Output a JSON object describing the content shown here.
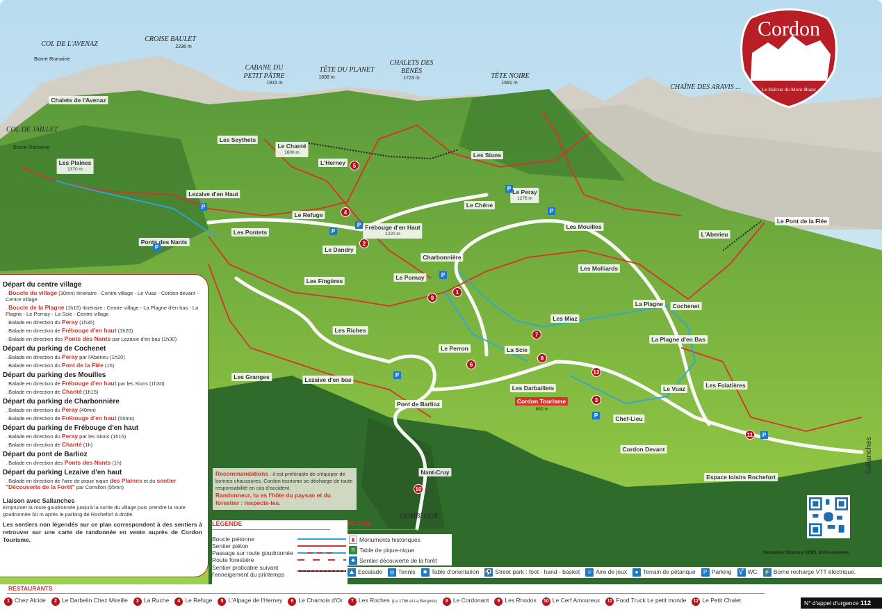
{
  "logo": {
    "name": "Cordon",
    "tagline": "Le Balcon du Mont-Blanc",
    "color": "#b81e25"
  },
  "mountains": [
    {
      "name": "COL DE L'AVENAZ"
    },
    {
      "name": "Borne Romaine"
    },
    {
      "name": "CROISE BAULET",
      "alt": "2236 m"
    },
    {
      "name": "CABANE DU PETIT PÂTRE",
      "alt": "1915 m"
    },
    {
      "name": "TÊTE DU PLANET",
      "alt": "1838 m"
    },
    {
      "name": "CHALETS DES BÉNÉS",
      "alt": "1723 m"
    },
    {
      "name": "TÊTE NOIRE",
      "alt": "1691 m"
    },
    {
      "name": "CHAÎNE DES ARAVIS ..."
    },
    {
      "name": "COL DE JAILLET"
    },
    {
      "name": "Borne Romaine"
    }
  ],
  "places": [
    {
      "name": "Chalets de l'Avenaz"
    },
    {
      "name": "Les Seythets"
    },
    {
      "name": "Le Chanté",
      "alt": "1600 m"
    },
    {
      "name": "L'Herney"
    },
    {
      "name": "Les Sions"
    },
    {
      "name": "Les Plaines",
      "alt": "1370 m"
    },
    {
      "name": "Lezaive d'en Haut"
    },
    {
      "name": "Le Peray",
      "alt": "1276 m"
    },
    {
      "name": "Le Chêne"
    },
    {
      "name": "Le Refuge"
    },
    {
      "name": "Les Pontets"
    },
    {
      "name": "Frébouge d'en Haut",
      "alt": "1220 m"
    },
    {
      "name": "Les Mouilles"
    },
    {
      "name": "L'Aberieu"
    },
    {
      "name": "Le Pont de la Flée"
    },
    {
      "name": "Ponts des Nants"
    },
    {
      "name": "Le Dandry"
    },
    {
      "name": "Charbonnière"
    },
    {
      "name": "Les Molliards"
    },
    {
      "name": "Le Pornay"
    },
    {
      "name": "Les Fingères"
    },
    {
      "name": "La Plagne"
    },
    {
      "name": "Cochenet"
    },
    {
      "name": "Les Miaz"
    },
    {
      "name": "Les Riches"
    },
    {
      "name": "La Plagne d'en Bas"
    },
    {
      "name": "Le Perron"
    },
    {
      "name": "La Scie"
    },
    {
      "name": "Les Granges"
    },
    {
      "name": "Lezaive d'en bas"
    },
    {
      "name": "Les Darbaillets"
    },
    {
      "name": "Les Folatières"
    },
    {
      "name": "Le Vuaz"
    },
    {
      "name": "Cordon Tourisme",
      "alt": "850 m"
    },
    {
      "name": "Pont de Barlioz"
    },
    {
      "name": "Chef-Lieu"
    },
    {
      "name": "Cordon Devant"
    },
    {
      "name": "Espace loisirs Rochefort"
    },
    {
      "name": "Nant-Cruy"
    }
  ],
  "combloux": "COMBLOUX",
  "sallanches": "Sallanches",
  "markers": [
    "1",
    "2",
    "3",
    "4",
    "5",
    "6",
    "7",
    "8",
    "9",
    "10",
    "11",
    "12"
  ],
  "parking_label": "P",
  "panel": {
    "sections": [
      {
        "title": "Départ du centre village",
        "items": [
          {
            "pre": "",
            "hl": "Boucle du village",
            "post": " (30mn) Itinéraire : Centre village - Le Vuaz - Cordon devant - Centre village"
          },
          {
            "pre": "",
            "hl": "Boucle de la Plagne",
            "post": " (1h15) Itinéraire : Centre village - La Plagne d'en bas - La Plagne - Le Pornay - La Scie - Centre village"
          },
          {
            "pre": "Balade en direction du ",
            "hl": "Peray",
            "post": " (1h35)"
          },
          {
            "pre": "Balade en direction de ",
            "hl": "Frébouge d'en haut",
            "post": " (1h20)"
          },
          {
            "pre": "Balade en direction des ",
            "hl": "Ponts des Nants",
            "post": " par Lezaive d'en bas (1h30)"
          }
        ]
      },
      {
        "title": "Départ du parking de Cochenet",
        "items": [
          {
            "pre": "Balade en direction du ",
            "hl": "Peray",
            "post": " par l'Abérieu (1h20)"
          },
          {
            "pre": "Balade en direction du ",
            "hl": "Pont de la Flée",
            "post": " (1h)"
          }
        ]
      },
      {
        "title": "Départ du parking des Mouilles",
        "items": [
          {
            "pre": "Balade en direction de ",
            "hl": "Frébouge d'en haut",
            "post": " par les Sions (1h30)"
          },
          {
            "pre": "Balade en direction de ",
            "hl": "Chanté",
            "post": " (1h15)"
          }
        ]
      },
      {
        "title": "Départ du parking de Charbonnière",
        "items": [
          {
            "pre": "Balade en direction du ",
            "hl": "Peray",
            "post": " (40mn)"
          },
          {
            "pre": "Balade en direction de ",
            "hl": "Frébouge d'en haut",
            "post": " (55mn)"
          }
        ]
      },
      {
        "title": "Départ du parking de Frébouge d'en haut",
        "items": [
          {
            "pre": "Balade en direction du ",
            "hl": "Peray",
            "post": " par les Sions (1h15)"
          },
          {
            "pre": "Balade en direction de ",
            "hl": "Chanté",
            "post": " (1h)"
          }
        ]
      },
      {
        "title": "Départ du pont de Barlioz",
        "items": [
          {
            "pre": "Balade en direction des ",
            "hl": "Ponts des Nants",
            "post": " (1h)"
          }
        ]
      },
      {
        "title": "Départ du parking Lezaive d'en haut",
        "items": [
          {
            "pre": "Balade en direction de l'aire de pique nique ",
            "hl": "des Plaines",
            "post": " et du ",
            "hl2": "sentier \"Découverte de la Forêt\"",
            "post2": " par Cornillon (55mn)"
          }
        ]
      }
    ],
    "liaison_title": "Liaison avec Sallanches",
    "liaison_text": "Emprunter la route goudronnée jusqu'à la sortie du village puis prendre la route goudronnée 50 m après le parking de Rochefort à droite.",
    "note": "Les sentiers non légendés sur ce plan correspondent à des sentiers à retrouver sur une carte de randonnée en vente auprès de Cordon Tourisme."
  },
  "recommendations": {
    "title": "Recommandations",
    "text": " : il est préférable de s'équiper de bonnes chaussures. Cordon tourisme se décharge de toute responsabilité en cas d'accident.",
    "motto": "Randonneur, tu es l'hôte du paysan et du forestier : respecte-les."
  },
  "legend": {
    "title": "LÉGENDE",
    "items": [
      {
        "label": "Boucle piétonne",
        "style": "blue"
      },
      {
        "label": "Sentier piéton",
        "style": "red"
      },
      {
        "label": "Passage sur route goudronnée",
        "style": "bluered"
      },
      {
        "label": "Route forestière",
        "style": "reddash"
      },
      {
        "label": "Sentier praticable suivant l'enneigement du printemps",
        "style": "dotted"
      }
    ]
  },
  "pictos": {
    "title": "PICTOS",
    "items": [
      {
        "label": "Monuments historiques",
        "icon": "monument-icon"
      },
      {
        "label": "Table de pique-nique",
        "icon": "picnic-table-icon"
      },
      {
        "label": "Sentier découverte de la forêt",
        "icon": "forest-trail-icon"
      }
    ],
    "row": [
      {
        "label": "Escalade",
        "icon": "climbing-icon"
      },
      {
        "label": "Tennis",
        "icon": "tennis-icon"
      },
      {
        "label": "Table d'orientation",
        "icon": "orientation-table-icon"
      },
      {
        "label": "Street park : foot - hand - basket",
        "icon": "street-park-icon"
      },
      {
        "label": "Aire de jeux",
        "icon": "playground-icon"
      },
      {
        "label": "Terrain de pétanque",
        "icon": "petanque-icon"
      },
      {
        "label": "Parking",
        "icon": "parking-icon"
      },
      {
        "label": "WC",
        "icon": "wc-icon"
      },
      {
        "label": "Borne recharge VTT électrique.",
        "icon": "ebike-charging-icon"
      }
    ]
  },
  "restaurants": {
    "title": "RESTAURANTS",
    "items": [
      {
        "n": "1",
        "name": "Chez Alcide"
      },
      {
        "n": "2",
        "name": "Le Darbelin Chez Mireille"
      },
      {
        "n": "3",
        "name": "La Ruche"
      },
      {
        "n": "4",
        "name": "Le Refuge"
      },
      {
        "n": "5",
        "name": "L'Alpage de l'Herney"
      },
      {
        "n": "6",
        "name": "Le Chamois d'Or"
      },
      {
        "n": "7",
        "name": "Les Roches",
        "note": "(Le 1786 et La Bergerie)"
      },
      {
        "n": "8",
        "name": "Le Cordonant"
      },
      {
        "n": "9",
        "name": "Les Rhodos"
      },
      {
        "n": "10",
        "name": "Le Cerf Amoureux"
      },
      {
        "n": "11",
        "name": "Food Truck Le petit monde"
      },
      {
        "n": "12",
        "name": "Le Petit Chalet"
      }
    ]
  },
  "emergency": {
    "label": "N° d'appel d'urgence",
    "number": "112"
  },
  "credit": "Illustration Stéphane GIREL droits réservés.",
  "colors": {
    "trail": "#d9312b",
    "loop": "#2aa7df",
    "forest": "#2f6b2a",
    "meadow": "#8cc63f",
    "sky": "#cfe6f3"
  }
}
